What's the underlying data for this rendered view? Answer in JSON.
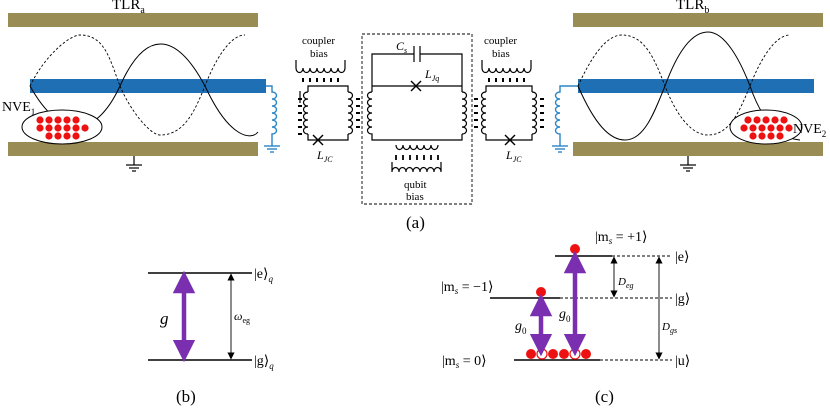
{
  "panel_a": {
    "caption": "(a)",
    "tlr_left": {
      "base": "TLR",
      "sub": "a"
    },
    "tlr_right": {
      "base": "TLR",
      "sub": "b"
    },
    "nve_left": {
      "base": "NVE",
      "sub": "1"
    },
    "nve_right": {
      "base": "NVE",
      "sub": "2"
    },
    "coupler_bias_left": [
      "coupler",
      "bias"
    ],
    "coupler_bias_right": [
      "coupler",
      "bias"
    ],
    "qubit_bias": [
      "qubit",
      "bias"
    ],
    "cs": {
      "base": "C",
      "sub": "s"
    },
    "ljq": {
      "base": "L",
      "sub": "Jq"
    },
    "ljc_left": {
      "base": "L",
      "sub": "JC"
    },
    "ljc_right": {
      "base": "L",
      "sub": "JC"
    }
  },
  "panel_b": {
    "caption": "(b)",
    "g": "g",
    "omega": {
      "base": "ω",
      "sub": "eg"
    },
    "e_state": {
      "ket": "|e⟩",
      "sub": "q"
    },
    "g_state": {
      "ket": "|g⟩",
      "sub": "q"
    }
  },
  "panel_c": {
    "caption": "(c)",
    "ms_plus": "|m",
    "ms_plus_rest": " = +1⟩",
    "ms_minus": "|m",
    "ms_minus_rest": " = −1⟩",
    "ms_zero": "|m",
    "ms_zero_rest": " = 0⟩",
    "s_sub": "s",
    "e": "|e⟩",
    "g": "|g⟩",
    "u": "|u⟩",
    "g0": {
      "base": "g",
      "sub": "0"
    },
    "deg": {
      "base": "D",
      "sub": "eg"
    },
    "dgs": {
      "base": "D",
      "sub": "gs"
    }
  },
  "colors": {
    "olive": "#9a8c55",
    "blue": "#1f6fb5",
    "coil_blue": "#2a86c8",
    "purple": "#7a2fb0",
    "red": "#ee1111"
  }
}
